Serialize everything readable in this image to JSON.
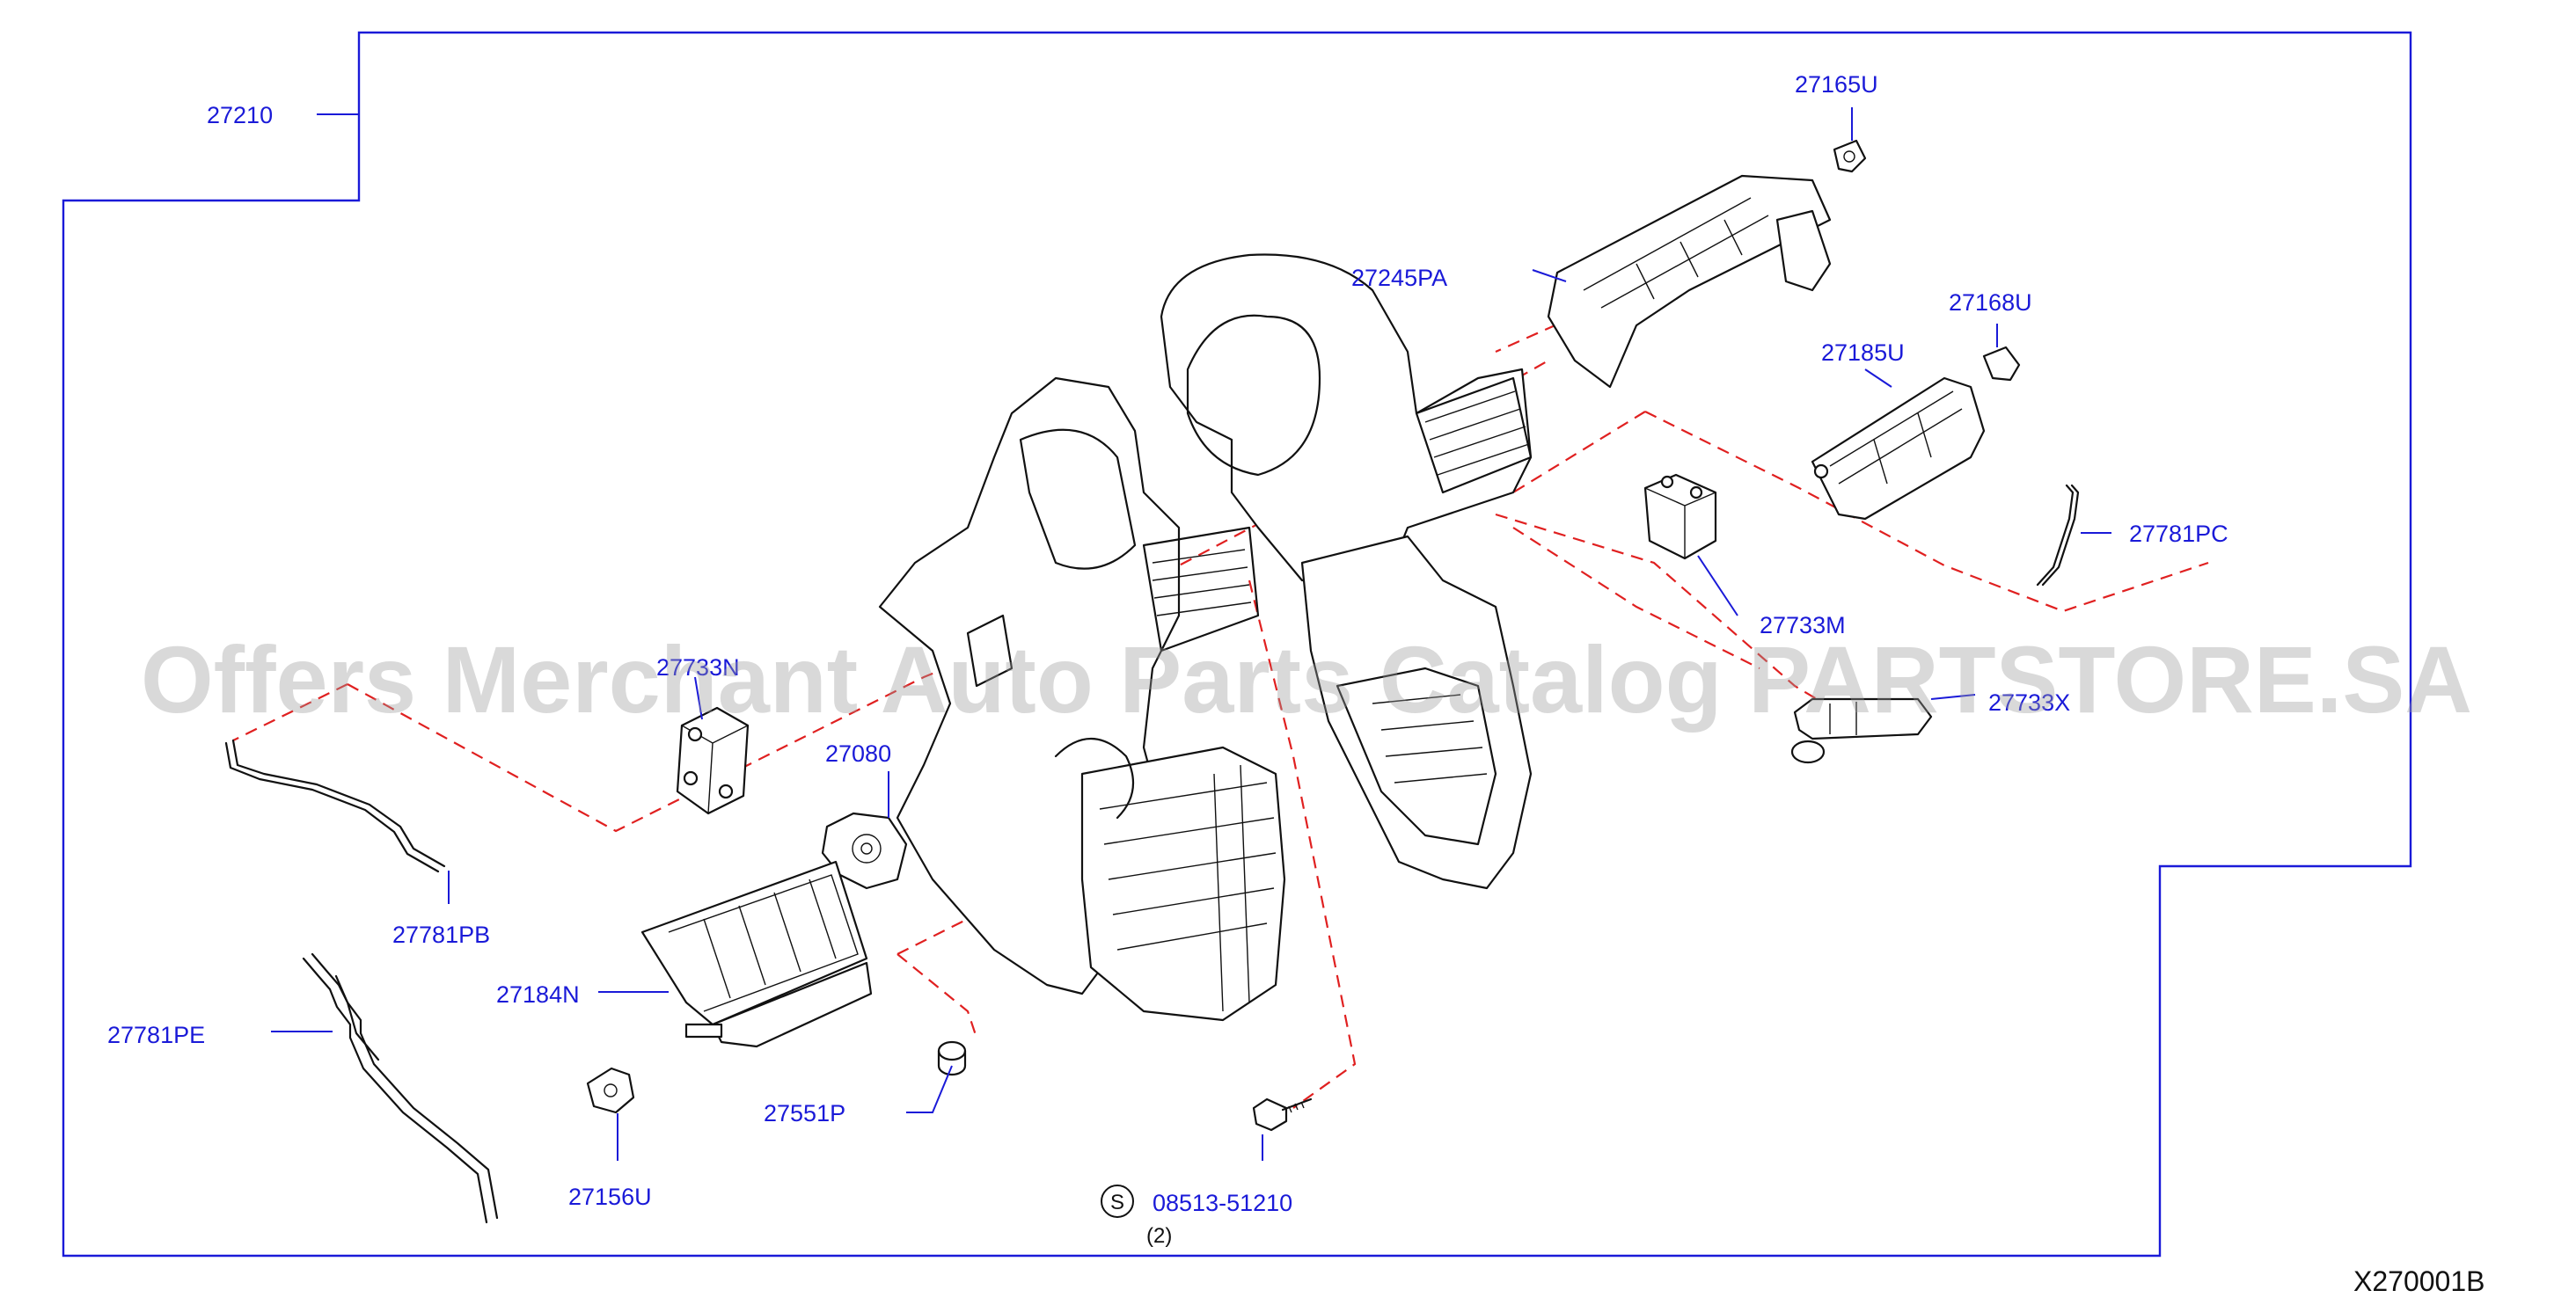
{
  "labels": {
    "p27210": "27210",
    "p27165U": "27165U",
    "p27245PA": "27245PA",
    "p27168U": "27168U",
    "p27185U": "27185U",
    "p27781PC": "27781PC",
    "p27733M": "27733M",
    "p27733X": "27733X",
    "p27733N": "27733N",
    "p27080": "27080",
    "p27781PB": "27781PB",
    "p27184N": "27184N",
    "p27781PE": "27781PE",
    "p27551P": "27551P",
    "p27156U": "27156U",
    "p08513": "08513-51210",
    "p08513_qty": "(2)",
    "p08513_symbol": "S"
  },
  "diagram_code": "X270001B",
  "watermark": "Offers Merchant Auto Parts Catalog PARTSTORE.SA",
  "colors": {
    "label_blue": "#1a1ad8",
    "dash_red": "#e02020",
    "line_black": "#111111"
  }
}
